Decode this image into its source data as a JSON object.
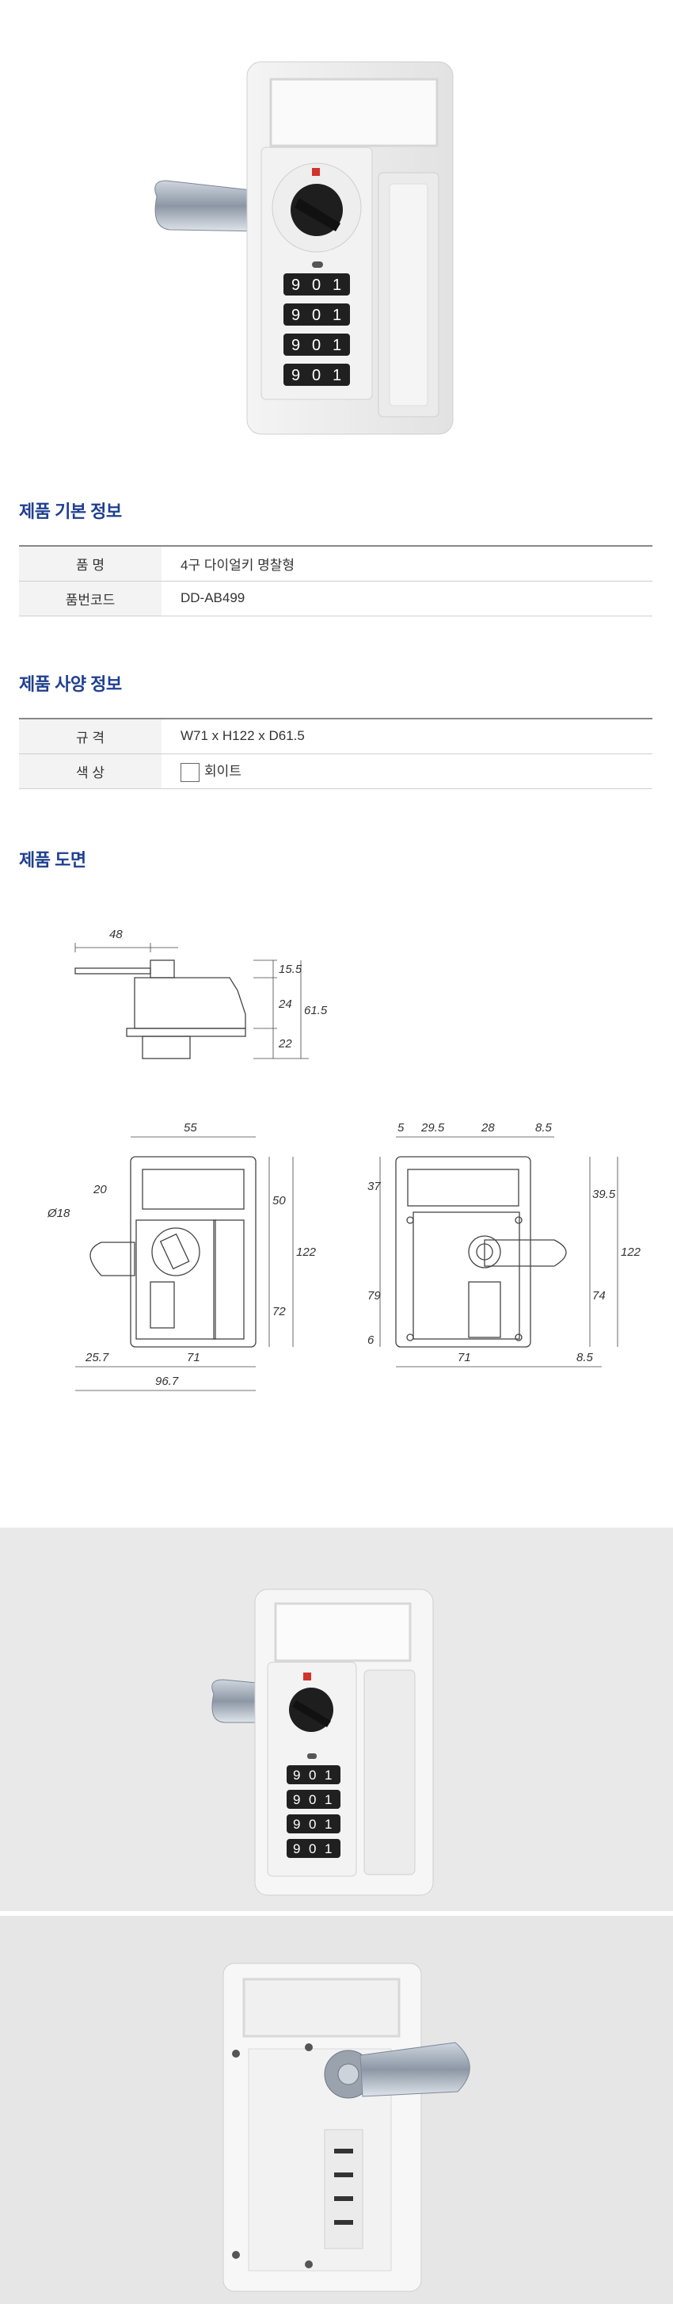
{
  "dial_digits": [
    "9",
    "0",
    "1"
  ],
  "basic_info": {
    "title": "제품 기본 정보",
    "rows": [
      {
        "label": "품 명",
        "value": "4구 다이얼키 명찰형"
      },
      {
        "label": "품번코드",
        "value": "DD-AB499"
      }
    ]
  },
  "spec_info": {
    "title": "제품 사양 정보",
    "rows": [
      {
        "label": "규 격",
        "value": "W71 x H122 x D61.5"
      },
      {
        "label": "색 상",
        "value": "회이트"
      }
    ]
  },
  "drawing": {
    "title": "제품 도면",
    "side": {
      "w48": "48",
      "h155": "15.5",
      "h24": "24",
      "h22": "22",
      "h615": "61.5"
    },
    "front": {
      "w55": "55",
      "h20": "20",
      "d18": "Ø18",
      "h50": "50",
      "h72": "72",
      "h122": "122",
      "w257": "25.7",
      "w71": "71",
      "w967": "96.7"
    },
    "back": {
      "w5": "5",
      "w295": "29.5",
      "w28": "28",
      "w85": "8.5",
      "h37": "37",
      "h395": "39.5",
      "h79": "79",
      "h6": "6",
      "h74": "74",
      "h122": "122",
      "w71": "71",
      "w85b": "8.5"
    }
  }
}
